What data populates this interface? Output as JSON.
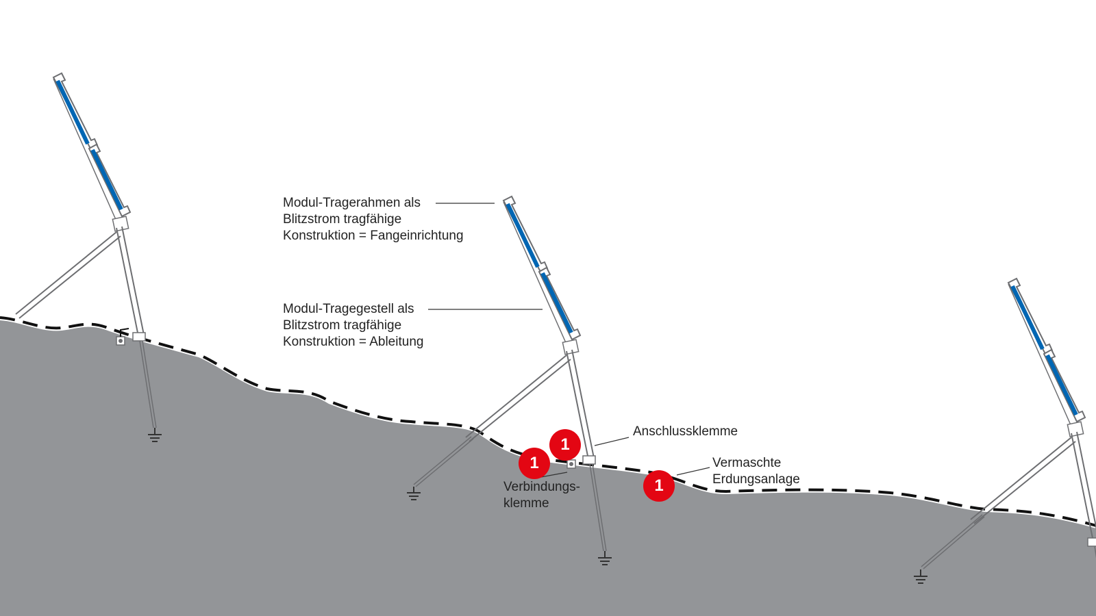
{
  "labels": {
    "frame": [
      "Modul-Tragerahmen als",
      "Blitzstrom tragfähige",
      "Konstruktion = Fangeinrichtung"
    ],
    "rack": [
      "Modul-Tragegestell als",
      "Blitzstrom tragfähige",
      "Konstruktion = Ableitung"
    ],
    "terminal": "Anschlussklemme",
    "connector": [
      "Verbindungs-",
      "klemme"
    ],
    "earthing": [
      "Vermaschte",
      "Erdungsanlage"
    ]
  },
  "badges": [
    "1",
    "1",
    "1"
  ],
  "colors": {
    "ground": "#939598",
    "panel": "#0066b3",
    "badge": "#e30613",
    "frame": "#6d6e71"
  }
}
